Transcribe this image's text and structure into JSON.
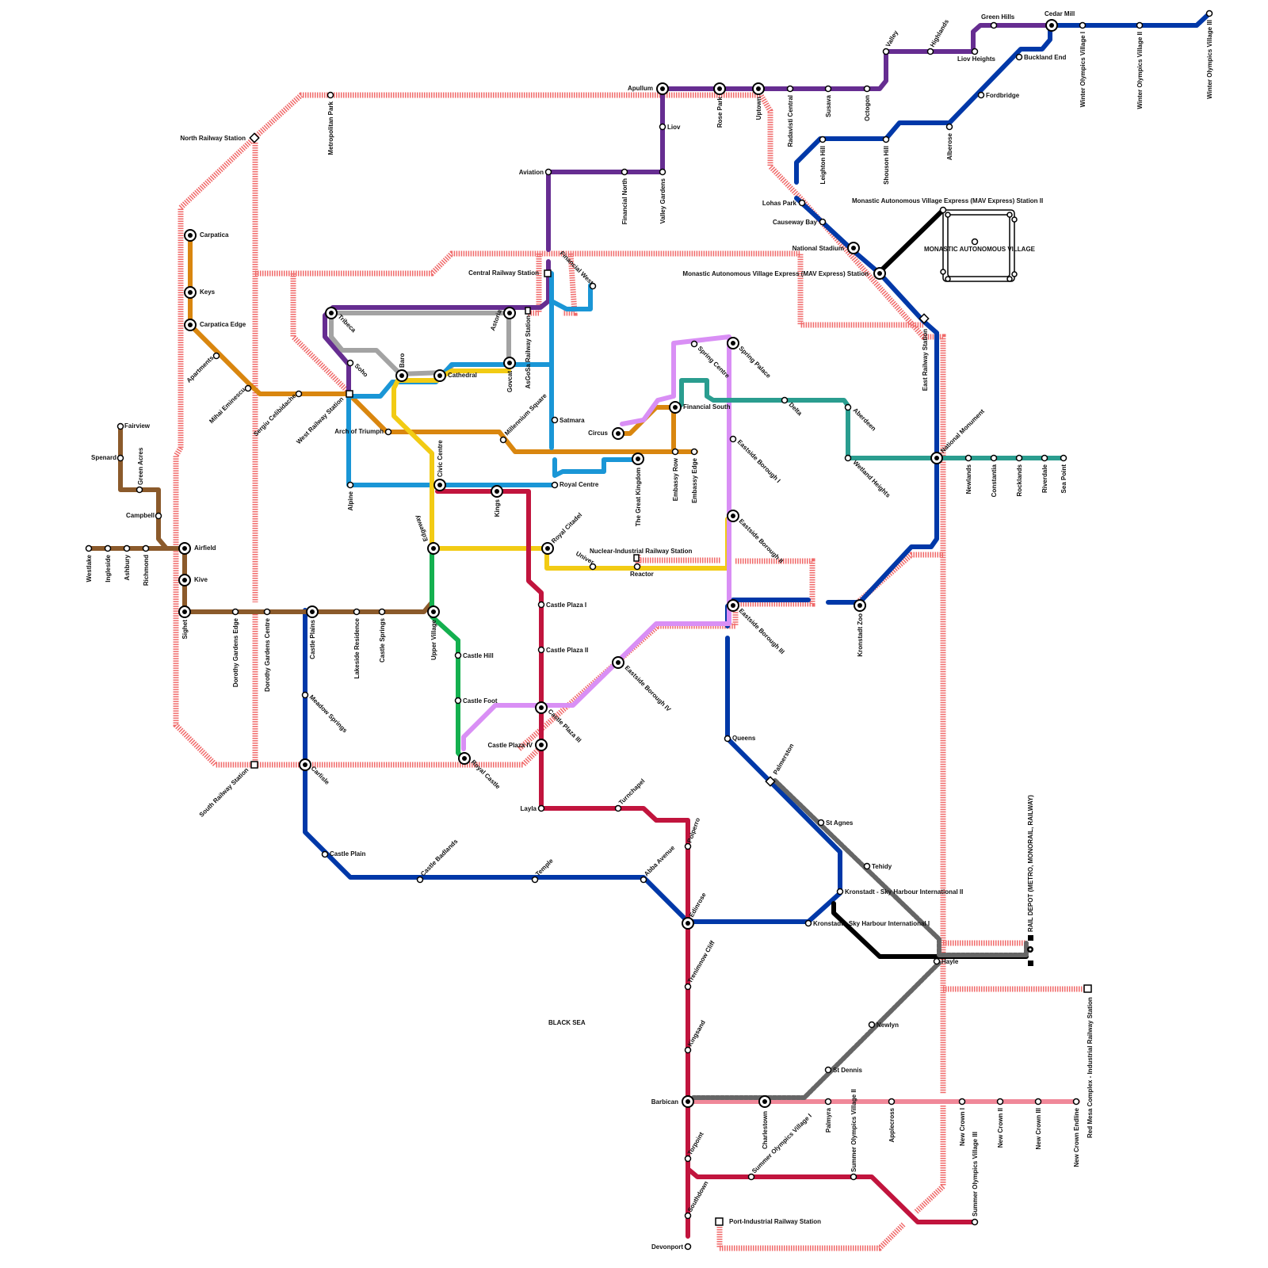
{
  "colors": {
    "violet": "#662d91",
    "blue": "#0038a8",
    "orange": "#d9860f",
    "brown": "#8b5a2b",
    "cyan": "#1a96d6",
    "gray": "#a3a3a3",
    "yellow": "#f2cb14",
    "green": "#14b04f",
    "crimson": "#c1143d",
    "lilac": "#d98ff5",
    "teal": "#2a9d8f",
    "pink": "#f08899",
    "black": "#000000",
    "dashgray": "#666666",
    "rail": "#f06a6a"
  },
  "labels": {
    "black_sea": "BLACK SEA",
    "monastic_village": "MONASTIC AUTONOMOUS VILLAGE"
  },
  "stations": {
    "fairview": "Fairview",
    "spenard": "Spenard",
    "green_acres": "Green Acres",
    "campbell": "Campbell",
    "westlake": "Westlake",
    "ingleside": "Ingleside",
    "ashbury": "Ashbury",
    "richmond": "Richmond",
    "airfield": "Airfield",
    "kive": "Kive",
    "sighet": "Sighet",
    "carpatica": "Carpatica",
    "keys": "Keys",
    "carpatica_edge": "Carpatica Edge",
    "apartments": "Apartments",
    "mihai_eminescu": "Mihai Eminescu",
    "sergiu_celibidache": "Sergiu Celibidache",
    "north_railway_station": "North Railway Station",
    "metropolitan_park": "Metropolitan Park",
    "west_railway_station": "West Railway Station",
    "south_railway_station": "South Railway Station",
    "dorothy_gardens_edge": "Dorothy Gardens Edge",
    "dorothy_gardens_centre": "Dorothy Gardens Centre",
    "castle_plains": "Castle Plains",
    "lakeside_residence": "Lakeside Residence",
    "castle_springs": "Castle Springs",
    "meadow_springs": "Meadow Springs",
    "carlisle": "Carlisle",
    "castle_plain": "Castle Plain",
    "castle_badlands": "Castle Badlands",
    "temple": "Temple",
    "abba_avenue": "Abba Avenue",
    "tribeca": "Tribeca",
    "soho": "Soho",
    "baro": "Baro",
    "cathedral": "Cathedral",
    "astoria": "Astoria",
    "govcat": "Govcat",
    "asgosa_railway_station": "AsGoSa Railway Station",
    "central_railway_station": "Central Railway Station",
    "financial_west": "Financial West",
    "arch_of_triumph": "Arch of Triumph",
    "millennium_square": "Millennium Square",
    "alpine": "Alpine",
    "civic_centre": "Civic Centre",
    "kings": "Kings",
    "royal_centre": "Royal Centre",
    "satmara": "Satmara",
    "edgeway": "Edgeway",
    "royal_citadel": "Royal Citadel",
    "upper_village": "Upper Village",
    "castle_hill": "Castle Hill",
    "castle_foot": "Castle Foot",
    "royal_castle": "Royal Castle",
    "castle_plaza_i": "Castle Plaza I",
    "castle_plaza_ii": "Castle Plaza II",
    "castle_plaza_iii": "Castle Plaza III",
    "castle_plaza_iv": "Castle Plaza IV",
    "layla": "Layla",
    "turnchapel": "Turnchapel",
    "polperro": "Polperro",
    "edinrose": "Edinrose",
    "trenimnow_cliff": "Trenimnow Cliff",
    "kingsand": "Kingsand",
    "barbican": "Barbican",
    "torpoint": "Torpoint",
    "southdown": "Southdown",
    "devonport": "Devonport",
    "port_industrial_railway_station": "Port-Industrial Railway Station",
    "univer": "Univer",
    "reactor": "Reactor",
    "nuclear_industrial_railway_station": "Nuclear-Industrial Railway Station",
    "circus": "Circus",
    "the_great_kingdom": "The Great Kingdom",
    "embassy_row": "Embassy Row",
    "embassy_edge": "Embassy Edge",
    "financial_south": "Financial South",
    "spring_centre": "Spring Centre",
    "spring_palace": "Spring Palace",
    "eastside_borough_i": "Eastside Borough I",
    "eastside_borough_ii": "Eastside Borough II",
    "eastside_borough_iii": "Eastside Borough III",
    "eastside_borough_iv": "Eastside Borough IV",
    "delta": "Delta",
    "aberdeen": "Aberdeen",
    "wetland_heights": "Wetland Heights",
    "national_monument": "National Monument",
    "newlands": "Newlands",
    "constantia": "Constantia",
    "rocklands": "Rocklands",
    "riverdale": "Riverdale",
    "sea_point": "Sea Point",
    "aviation": "Aviation",
    "financial_north": "Financial North",
    "valley_gardens": "Valley Gardens",
    "liov": "Liov",
    "apullum": "Apullum",
    "rose_park": "Rose Park",
    "uptown": "Uptown",
    "radavisti_central": "Radavisti Central",
    "susava": "Susava",
    "octogon": "Octogon",
    "valley": "Valley",
    "highlands": "Highlands",
    "liov_heights": "Liov Heights",
    "green_hills": "Green Hills",
    "cedar_mill": "Cedar Mill",
    "buckland_end": "Buckland End",
    "fordbridge": "Fordbridge",
    "alberose": "Alberose",
    "shouson_hill": "Shouson Hill",
    "leighton_hill": "Leighton Hill",
    "winter_olympics_village_i": "Winter Olympics Village I",
    "winter_olympics_village_ii": "Winter Olympics Village II",
    "winter_olympics_village_iii": "Winter Olympics Village III",
    "lohas_park": "Lohas Park",
    "causeway_bay": "Causeway Bay",
    "national_stadium": "National Stadium",
    "mav_station_i": "Monastic Autonomous Village Express (MAV Express) Station",
    "mav_station_ii": "Monastic Autonomous Village Express (MAV Express) Station II",
    "east_railway_station": "East Railway Station",
    "kronstadt_zoo": "Kronstadt Zoo",
    "queens": "Queens",
    "palmerston": "Palmerston",
    "st_agnes": "St Agnes",
    "tehidy": "Tehidy",
    "kronstadt_sky_harbour_ii": "Kronstadt - Sky Harbour International II",
    "kronstadt_sky_harbour_i": "Kronstadt - Sky Harbour International I",
    "hayle": "Hayle",
    "newlyn": "Newlyn",
    "st_dennis": "St Dennis",
    "rail_depot": "RAIL DEPOT (METRO, MONORAIL, RAILWAY)",
    "charlestown": "Charlestown",
    "summer_olympics_village_i": "Summer Olympics Village I",
    "palmyra": "Palmyra",
    "summer_olympics_village_ii": "Summer Olympics Village II",
    "applecross": "Applecross",
    "new_crown_i": "New Crown I",
    "new_crown_ii": "New Crown II",
    "new_crown_iii": "New Crown III",
    "new_crown_endline": "New Crown Endline",
    "red_mesa_complex": "Red Mesa Complex - Industrial Railway Station",
    "summer_olympics_village_iii": "Summer Olympics Village III"
  }
}
